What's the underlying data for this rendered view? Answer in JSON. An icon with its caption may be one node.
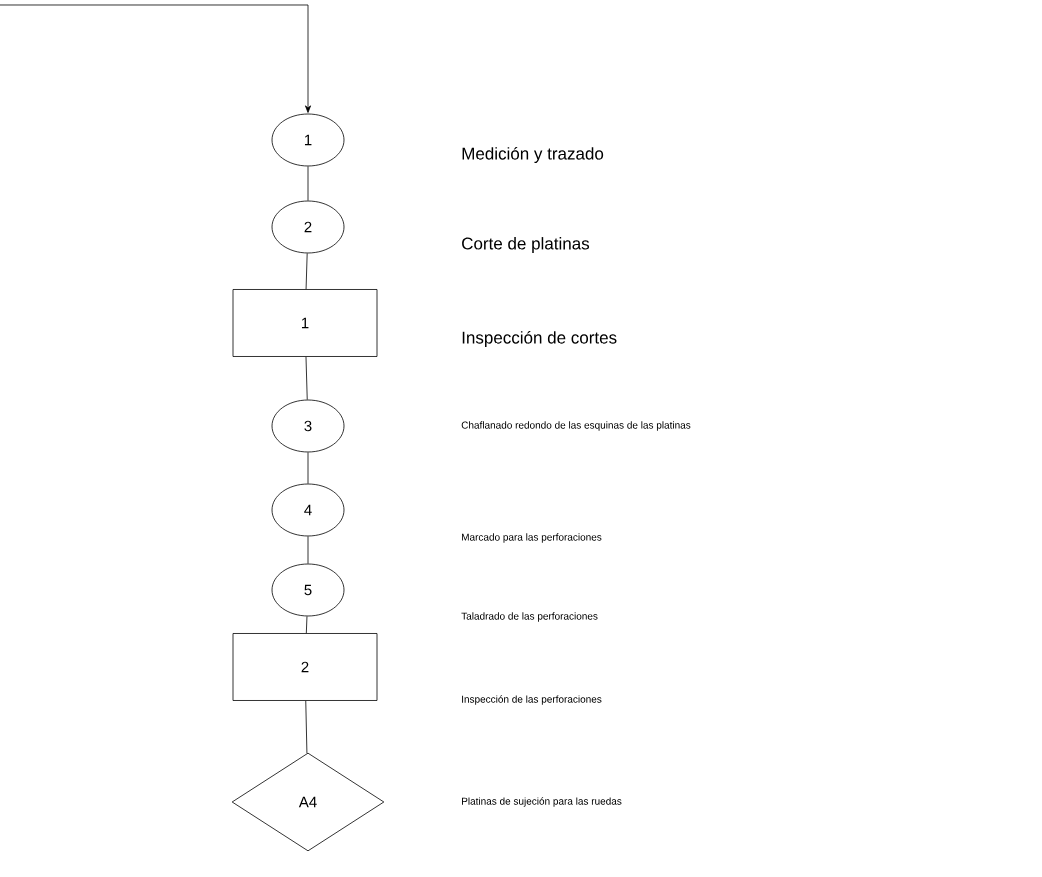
{
  "diagram": {
    "nodes": [
      {
        "text": [
          "1"
        ]
      },
      {
        "text": [
          "2"
        ]
      },
      {
        "text": [
          "1"
        ]
      },
      {
        "text": [
          "3"
        ]
      },
      {
        "text": [
          "4"
        ]
      },
      {
        "text": [
          "5"
        ]
      },
      {
        "text": [
          "2"
        ]
      },
      {
        "text": [
          "A4"
        ]
      }
    ],
    "edges": [
      {
        "from": null,
        "to": 0,
        "arrow": "to"
      },
      {
        "from": 0,
        "to": 1,
        "arrow": "none"
      },
      {
        "from": 1,
        "to": 2,
        "arrow": "none"
      },
      {
        "from": 2,
        "to": 3,
        "arrow": "none"
      },
      {
        "from": 3,
        "to": 4,
        "arrow": "none"
      },
      {
        "from": 4,
        "to": 5,
        "arrow": "none"
      },
      {
        "from": 5,
        "to": 6,
        "arrow": "none"
      },
      {
        "from": 6,
        "to": 7,
        "arrow": "none"
      }
    ],
    "labels": [
      "Medición y trazado",
      "Corte de platinas",
      "Inspección de cortes",
      "Chaflanado redondo de las esquinas de las platinas",
      "Marcado para las perforaciones",
      "Taladrado de las perforaciones",
      "Inspección de las perforaciones",
      "Platinas de sujeción para las ruedas"
    ]
  }
}
